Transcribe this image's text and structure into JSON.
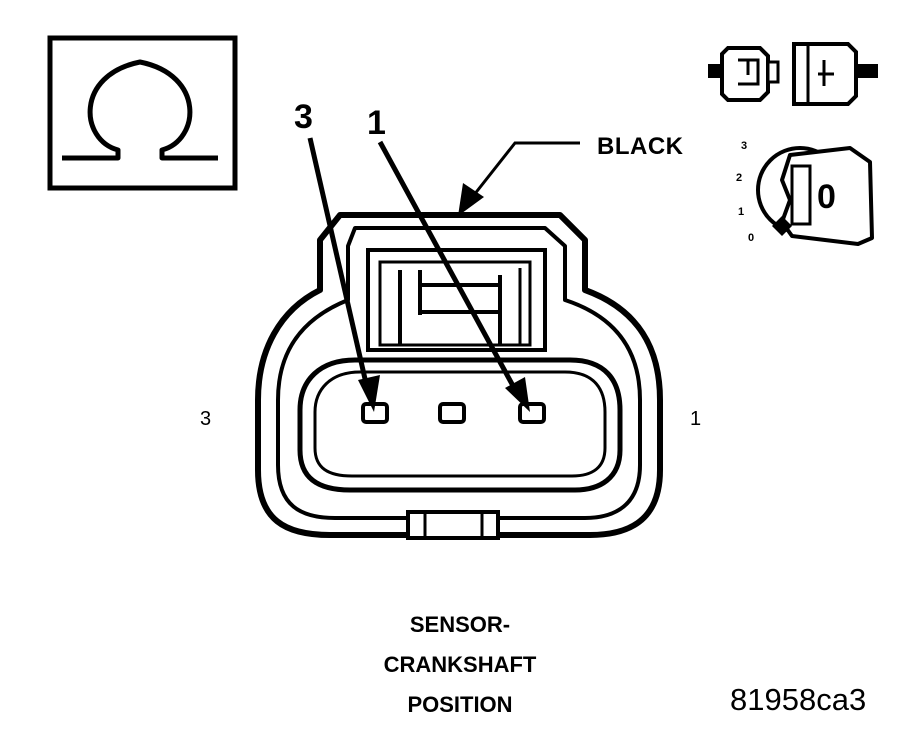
{
  "diagram": {
    "callouts": {
      "pin3": "3",
      "pin1": "1"
    },
    "connector_color": "BLACK",
    "side_labels": {
      "left": "3",
      "right": "1"
    },
    "caption_lines": [
      "SENSOR-",
      "CRANKSHAFT",
      "POSITION"
    ],
    "figure_id": "81958ca3",
    "symbols": {
      "ohmmeter": "omega-symbol-icon",
      "connector_disconnected": "unplugged-connector-icon",
      "ignition": "ignition-key-off-icon"
    },
    "ignition_switch": {
      "positions": [
        "3",
        "2",
        "1",
        "0"
      ],
      "key_position": "0"
    },
    "colors": {
      "ink": "#000000",
      "background": "#ffffff"
    }
  }
}
